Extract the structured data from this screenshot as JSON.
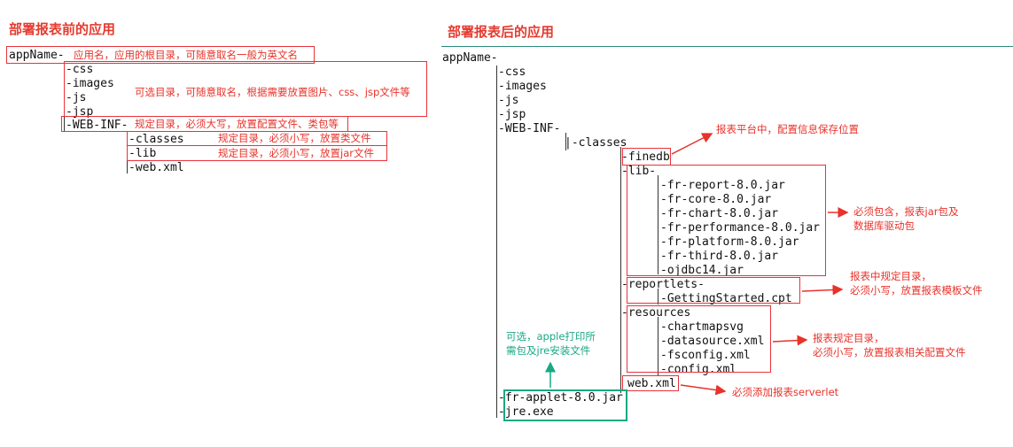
{
  "left": {
    "title": "部署报表前的应用",
    "tree": {
      "root": "appName-",
      "css": "-css",
      "images": "-images",
      "js": "-js",
      "jsp": "-jsp",
      "webinf": "-WEB-INF-",
      "classes": "-classes",
      "lib": "-lib",
      "webxml": "-web.xml"
    },
    "notes": {
      "root": "应用名，应用的根目录，可随意取名一般为英文名",
      "static": "可选目录，可随意取名，根据需要放置图片、css、jsp文件等",
      "webinf": "规定目录，必须大写，放置配置文件、类包等",
      "classes": "规定目录，必须小写，放置类文件",
      "lib": "规定目录，必须小写，放置jar文件"
    }
  },
  "right": {
    "title": "部署报表后的应用",
    "tree": {
      "root": "appName-",
      "css": "-css",
      "images": "-images",
      "js": "-js",
      "jsp": "-jsp",
      "webinf": "-WEB-INF-",
      "classes": "|-classes",
      "finedb": "-finedb",
      "lib": "-lib-",
      "jars": [
        "-fr-report-8.0.jar",
        "-fr-core-8.0.jar",
        "-fr-chart-8.0.jar",
        "-fr-performance-8.0.jar",
        "-fr-platform-8.0.jar",
        "-fr-third-8.0.jar",
        "-ojdbc14.jar"
      ],
      "reportlets": "-reportlets-",
      "gettingstarted": "-GettingStarted.cpt",
      "resources": "-resources",
      "resource_files": [
        "-chartmapsvg",
        "-datasource.xml",
        "-fsconfig.xml",
        "-config.xml"
      ],
      "webxml": "web.xml",
      "applet": "-fr-applet-8.0.jar",
      "jre": "-jre.exe"
    },
    "notes": {
      "finedb": "报表平台中，配置信息保存位置",
      "lib_line1": "必须包含，报表jar包及",
      "lib_line2": "数据库驱动包",
      "reportlets_line1": "报表中规定目录，",
      "reportlets_line2": "必须小写，放置报表模板文件",
      "resources_line1": "报表规定目录，",
      "resources_line2": "必须小写，放置报表相关配置文件",
      "webxml": "必须添加报表serverlet",
      "applet_line1": "可选，apple打印所",
      "applet_line2": "需包及jre安装文件"
    }
  },
  "colors": {
    "accent_red": "#e8322a",
    "title_red": "#e53a2f",
    "accent_green": "#18a884"
  }
}
